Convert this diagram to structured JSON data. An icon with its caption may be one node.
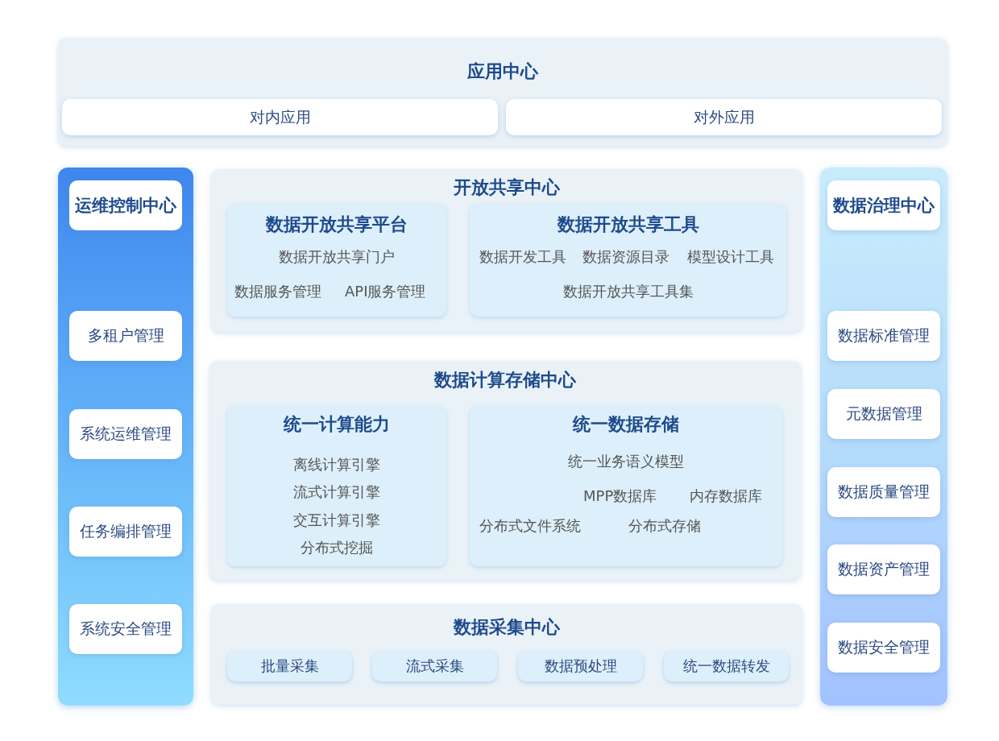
{
  "diagram": {
    "nodes": [
      {
        "text": [
          "应用中心"
        ]
      },
      {
        "text": [
          "对内应用"
        ],
        "in": 0
      },
      {
        "text": [
          "对外应用"
        ],
        "in": 0
      },
      {
        "text": [],
        "shape": "bar"
      },
      {
        "text": [
          "运维控制中心"
        ],
        "in": 3
      },
      {
        "text": [
          "多租户管理"
        ],
        "in": 3
      },
      {
        "text": [
          "系统运维管理"
        ],
        "in": 3
      },
      {
        "text": [
          "任务编排管理"
        ],
        "in": 3
      },
      {
        "text": [
          "系统安全管理"
        ],
        "in": 3
      },
      {
        "text": [
          "开放共享中心"
        ]
      },
      {
        "text": [
          "数据开放共享平台",
          "数据开放共享门户",
          "数据服务管理",
          "API服务管理"
        ],
        "in": 9
      },
      {
        "text": [
          "数据开放共享工具",
          "数据开发工具",
          "数据资源目录",
          "模型设计工具",
          "数据开放共享工具集"
        ],
        "in": 9
      },
      {
        "text": [
          "数据计算存储中心"
        ]
      },
      {
        "text": [
          "统一计算能力",
          "离线计算引擎",
          "流式计算引擎",
          "交互计算引擎",
          "分布式挖掘"
        ],
        "in": 12
      },
      {
        "text": [
          "统一数据存储",
          "统一业务语义模型",
          "MPP数据库",
          "内存数据库",
          "分布式文件系统",
          "分布式存储"
        ],
        "in": 12
      },
      {
        "text": [
          "数据采集中心"
        ]
      },
      {
        "text": [
          "批量采集"
        ],
        "in": 15
      },
      {
        "text": [
          "流式采集"
        ],
        "in": 15
      },
      {
        "text": [
          "数据预处理"
        ],
        "in": 15
      },
      {
        "text": [
          "统一数据转发"
        ],
        "in": 15
      },
      {
        "text": [],
        "shape": "bar"
      },
      {
        "text": [
          "数据治理中心"
        ],
        "in": 20
      },
      {
        "text": [
          "数据标准管理"
        ],
        "in": 20
      },
      {
        "text": [
          "元数据管理"
        ],
        "in": 20
      },
      {
        "text": [
          "数据质量管理"
        ],
        "in": 20
      },
      {
        "text": [
          "数据资产管理"
        ],
        "in": 20
      },
      {
        "text": [
          "数据安全管理"
        ],
        "in": 20
      }
    ]
  }
}
